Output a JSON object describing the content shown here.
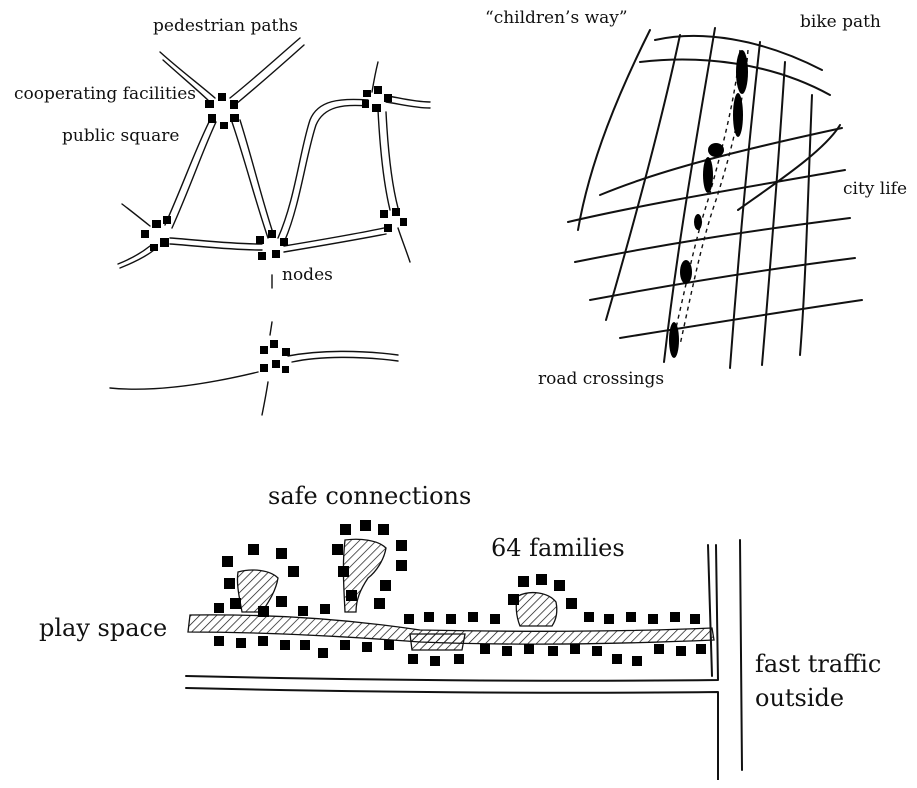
{
  "network_diagram": {
    "labels": {
      "pedestrian_paths": "pedestrian paths",
      "cooperating_facilities": "cooperating facilities",
      "public_square": "public square",
      "nodes": "nodes"
    }
  },
  "childrens_way_diagram": {
    "labels": {
      "childrens_way": "“children’s way”",
      "bike_path": "bike path",
      "city_life": "city life",
      "road_crossings": "road crossings"
    }
  },
  "neighborhood_diagram": {
    "labels": {
      "safe_connections": "safe connections",
      "families": "64 families",
      "play_space": "play space",
      "fast_traffic": "fast traffic",
      "outside": "outside"
    }
  }
}
